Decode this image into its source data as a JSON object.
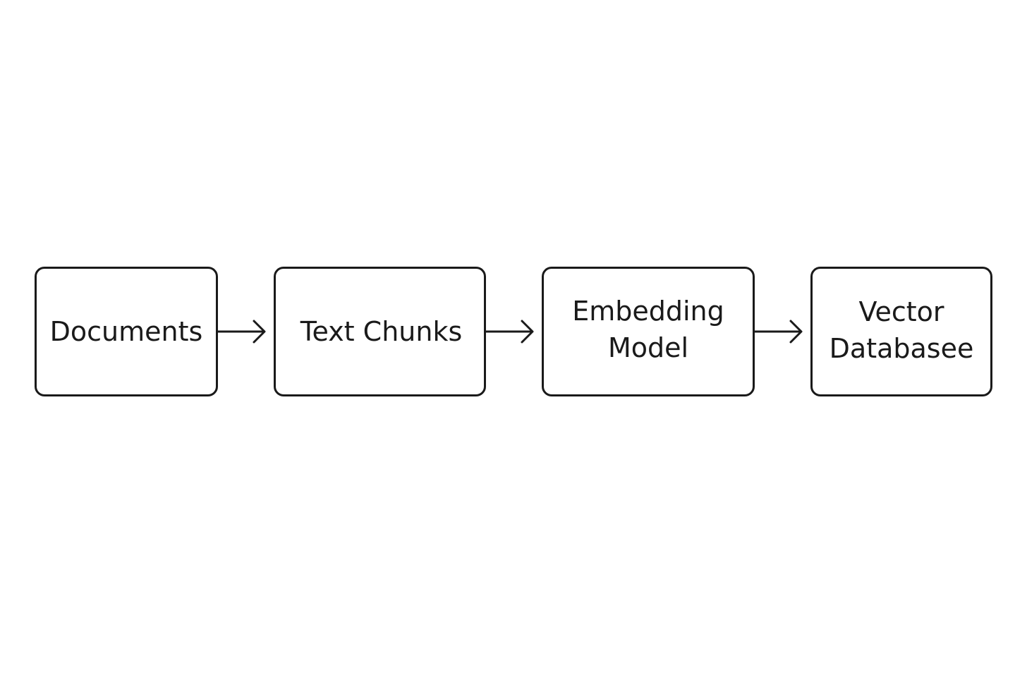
{
  "diagram": {
    "nodes": [
      {
        "label": "Documents"
      },
      {
        "label": "Text Chunks"
      },
      {
        "label": "Embedding\nModel"
      },
      {
        "label": "Vector\nDatabasee"
      }
    ],
    "edge_color": "#1a1a1a"
  }
}
